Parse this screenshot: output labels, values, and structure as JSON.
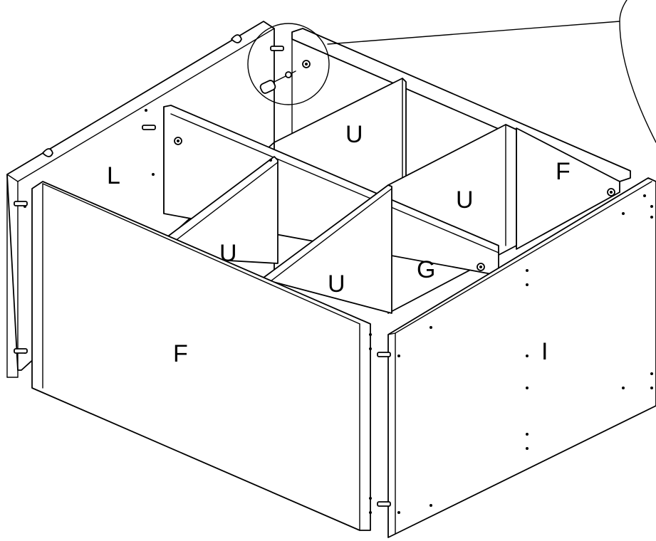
{
  "diagram": {
    "panel_labels": {
      "left_side": "L",
      "back_center": "U",
      "back_right": "U",
      "right_back": "F",
      "front_left": "U",
      "front_center": "U",
      "center_divider": "G",
      "front_panel": "F",
      "right_side": "I"
    },
    "icons": {
      "callout": "magnifier-detail-icon",
      "cam_bolt": "cam-bolt-icon",
      "dowel": "dowel-icon",
      "screwdriver": "screwdriver-icon"
    },
    "line_color": "#000000",
    "background_color": "#ffffff"
  }
}
